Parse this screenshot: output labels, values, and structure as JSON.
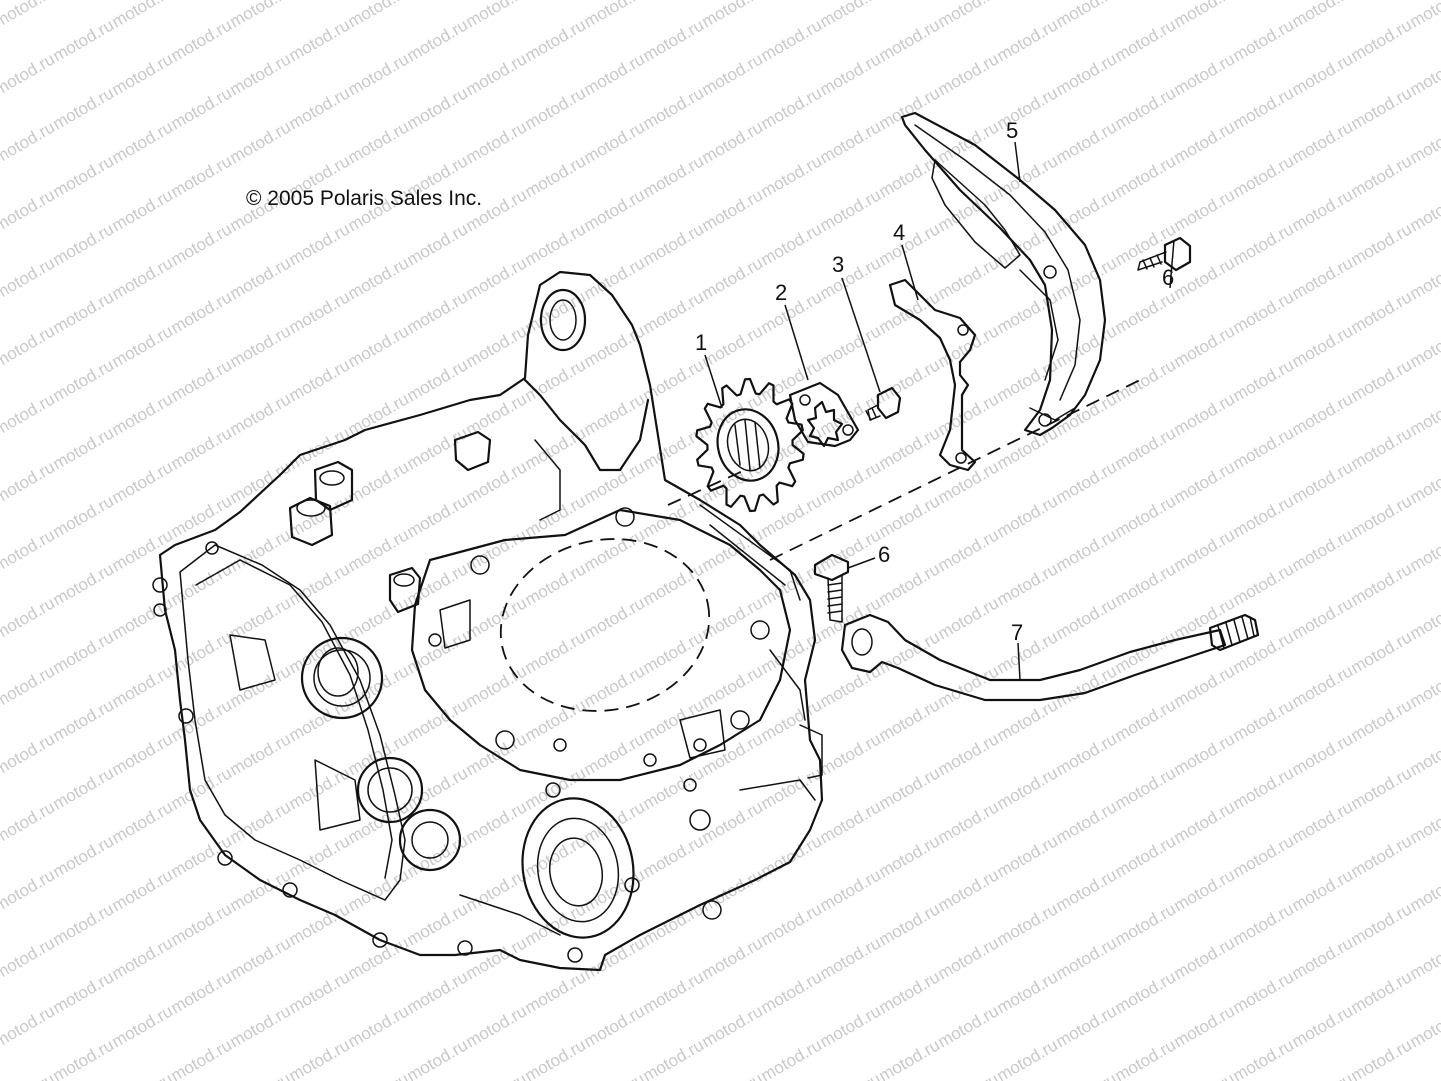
{
  "copyright": "© 2005 Polaris Sales Inc.",
  "watermark": "motod.ru",
  "callouts": [
    {
      "id": "1",
      "label": "1"
    },
    {
      "id": "2",
      "label": "2"
    },
    {
      "id": "3",
      "label": "3"
    },
    {
      "id": "4",
      "label": "4"
    },
    {
      "id": "5",
      "label": "5"
    },
    {
      "id": "6a",
      "label": "6"
    },
    {
      "id": "6b",
      "label": "6"
    },
    {
      "id": "7",
      "label": "7"
    }
  ],
  "colors": {
    "ink": "#111111",
    "watermark": "#c9c9c9",
    "background": "#ffffff"
  }
}
